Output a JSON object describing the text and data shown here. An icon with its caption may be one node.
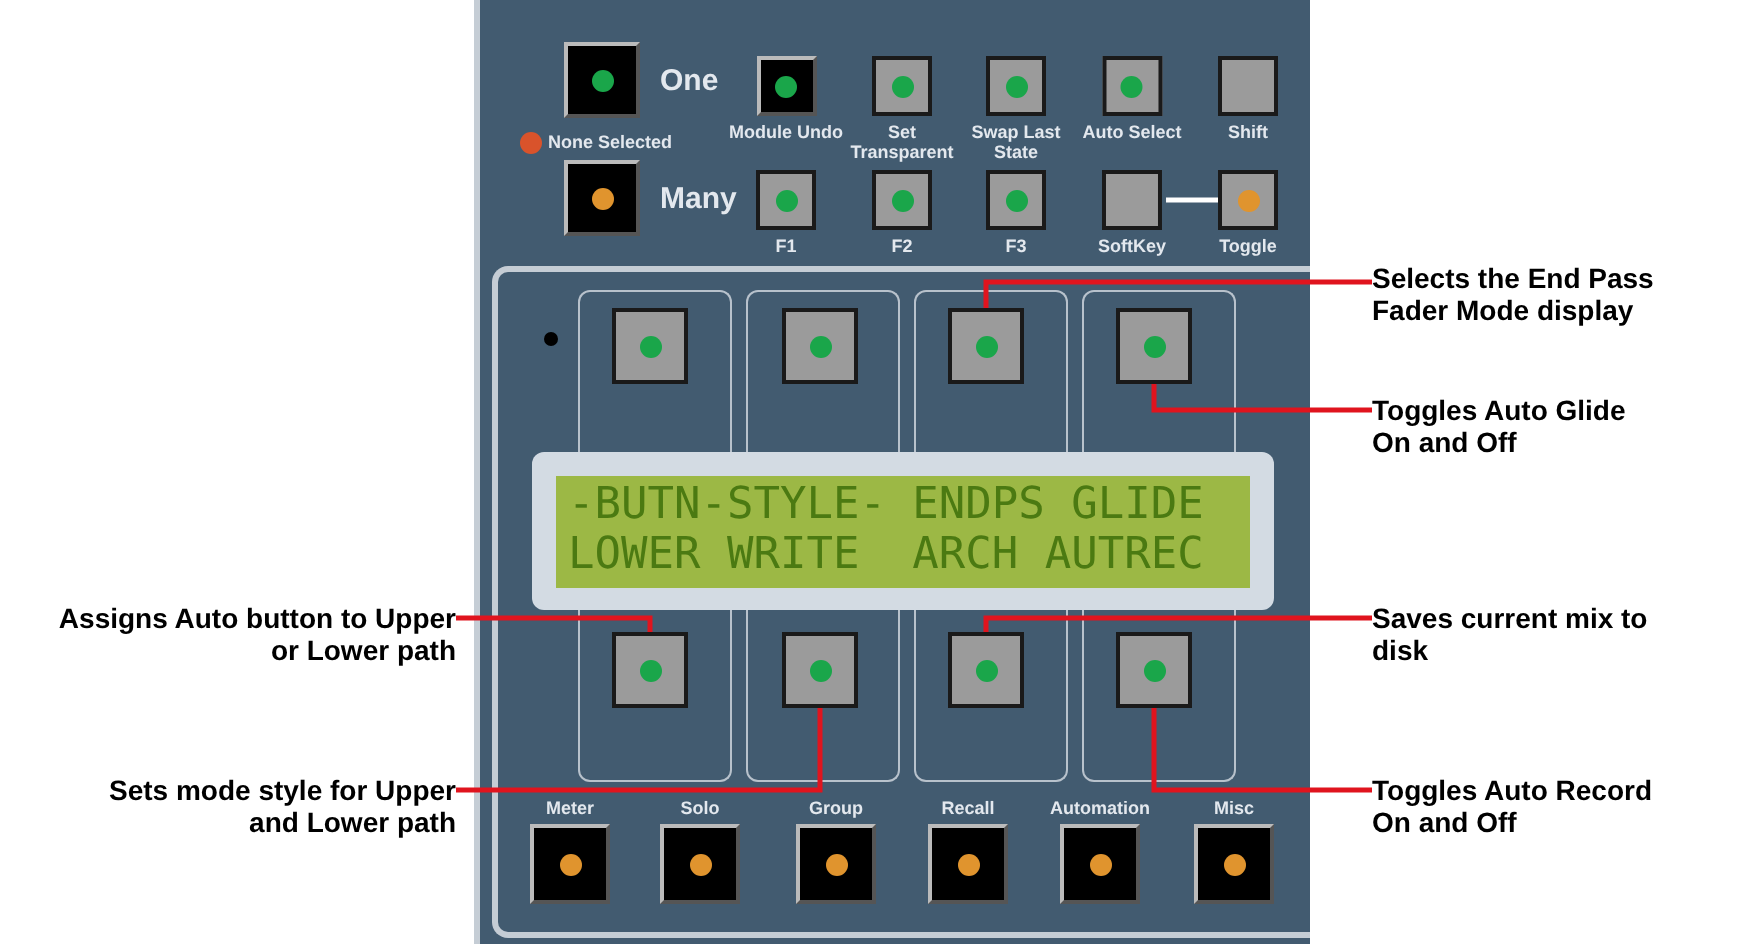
{
  "diagram": {
    "nodes": [
      {
        "text": [
          "One"
        ]
      },
      {
        "text": [
          "Module Undo"
        ]
      },
      {
        "text": [
          "Set Transparent"
        ]
      },
      {
        "text": [
          "Swap Last State"
        ]
      },
      {
        "text": [
          "Auto Select"
        ]
      },
      {
        "text": [
          "Shift"
        ]
      },
      {
        "text": [
          "Many"
        ]
      },
      {
        "text": [
          "F1"
        ]
      },
      {
        "text": [
          "F2"
        ]
      },
      {
        "text": [
          "F3"
        ]
      },
      {
        "text": [
          "SoftKey"
        ]
      },
      {
        "text": [
          "Toggle"
        ]
      },
      {
        "text": [
          "Selects the End Pass Fader Mode display"
        ]
      },
      {
        "text": [
          "Toggles Auto Glide On and Off"
        ]
      },
      {
        "text": [],
        "shape": "box"
      },
      {
        "text": [],
        "shape": "box"
      },
      {
        "text": [],
        "shape": "box"
      },
      {
        "text": [],
        "shape": "box"
      },
      {
        "text": [
          "Assigns Auto button to Upper or Lower path"
        ]
      },
      {
        "text": [
          "Saves current mix to disk"
        ]
      },
      {
        "text": [
          "Sets mode style for Upper and Lower path"
        ]
      },
      {
        "text": [
          "Toggles Auto Record On and Off"
        ]
      },
      {
        "text": [],
        "shape": "box"
      },
      {
        "text": [],
        "shape": "box"
      },
      {
        "text": [],
        "shape": "box"
      },
      {
        "text": [],
        "shape": "box"
      },
      {
        "text": [
          "Meter"
        ]
      },
      {
        "text": [
          "Solo"
        ]
      },
      {
        "text": [
          "Group"
        ]
      },
      {
        "text": [
          "Recall"
        ]
      },
      {
        "text": [
          "Automation"
        ]
      },
      {
        "text": [
          "Misc"
        ]
      }
    ],
    "edges": [
      {
        "from": 10,
        "to": 11,
        "arrow": "none",
        "color": "#ffffff"
      },
      {
        "from": 12,
        "to": 16,
        "arrow": "none"
      },
      {
        "from": 13,
        "to": 17,
        "arrow": "none"
      },
      {
        "from": 18,
        "to": 22,
        "arrow": "none"
      },
      {
        "from": 20,
        "to": 23,
        "arrow": "none"
      },
      {
        "from": 19,
        "to": 24,
        "arrow": "none"
      },
      {
        "from": 21,
        "to": 25,
        "arrow": "none"
      }
    ],
    "labels": [
      "None Selected",
      "-BUTN-STYLE- ENDPS GLIDE",
      "LOWER WRITE  ARCH AUTREC"
    ]
  }
}
